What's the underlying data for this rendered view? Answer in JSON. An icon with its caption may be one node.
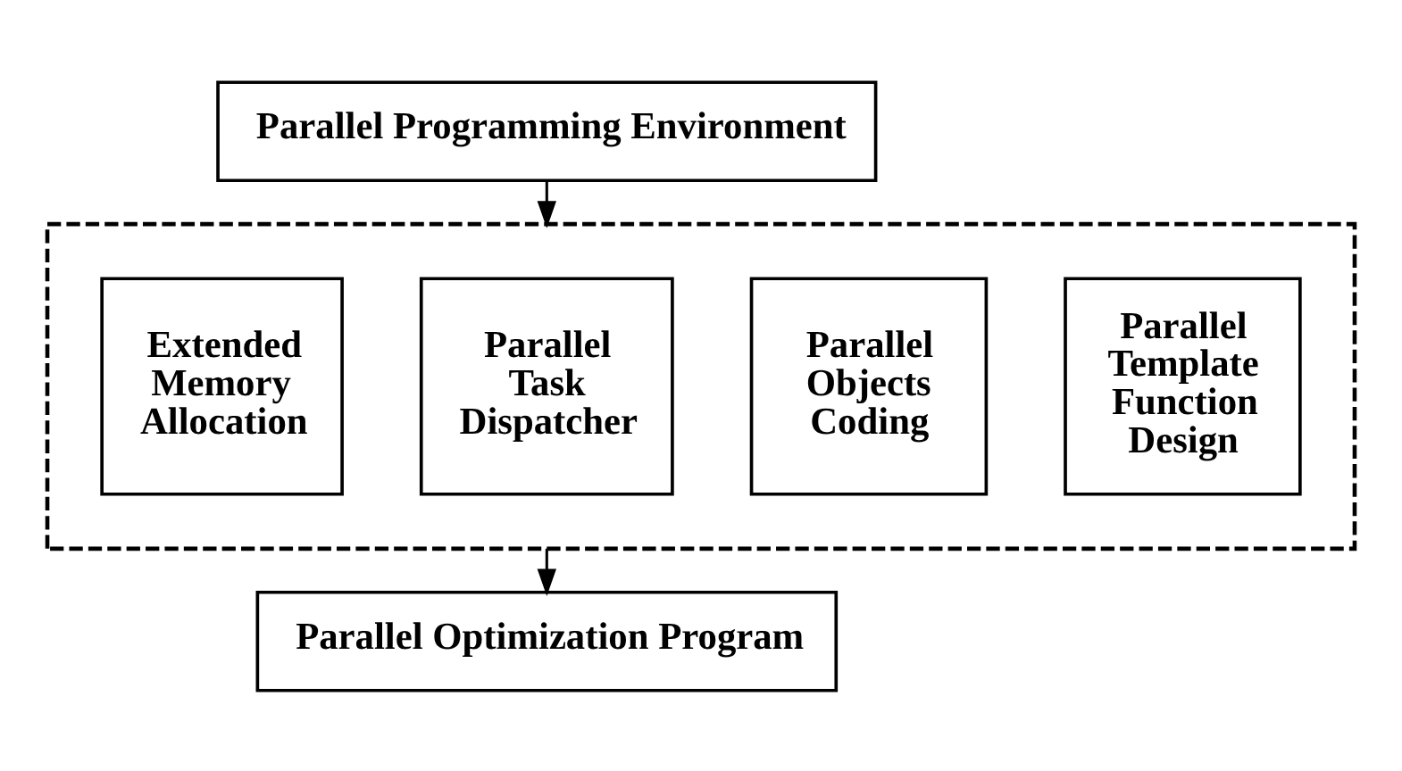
{
  "diagram": {
    "nodes": [
      {
        "text": [
          "Parallel Programming Environment"
        ]
      },
      {
        "text": [],
        "shape": "box"
      },
      {
        "text": [
          "Extended Memory Allocation"
        ],
        "in": 1
      },
      {
        "text": [
          "Parallel Task Dispatcher"
        ],
        "in": 1
      },
      {
        "text": [
          "Parallel Objects Coding"
        ],
        "in": 1
      },
      {
        "text": [
          "Parallel Template Function Design"
        ],
        "in": 1
      },
      {
        "text": [
          "Parallel Optimization Program"
        ]
      }
    ],
    "edges": [
      {
        "from": 0,
        "to": 1,
        "arrow": "to"
      },
      {
        "from": 1,
        "to": 6,
        "arrow": "to"
      }
    ]
  }
}
